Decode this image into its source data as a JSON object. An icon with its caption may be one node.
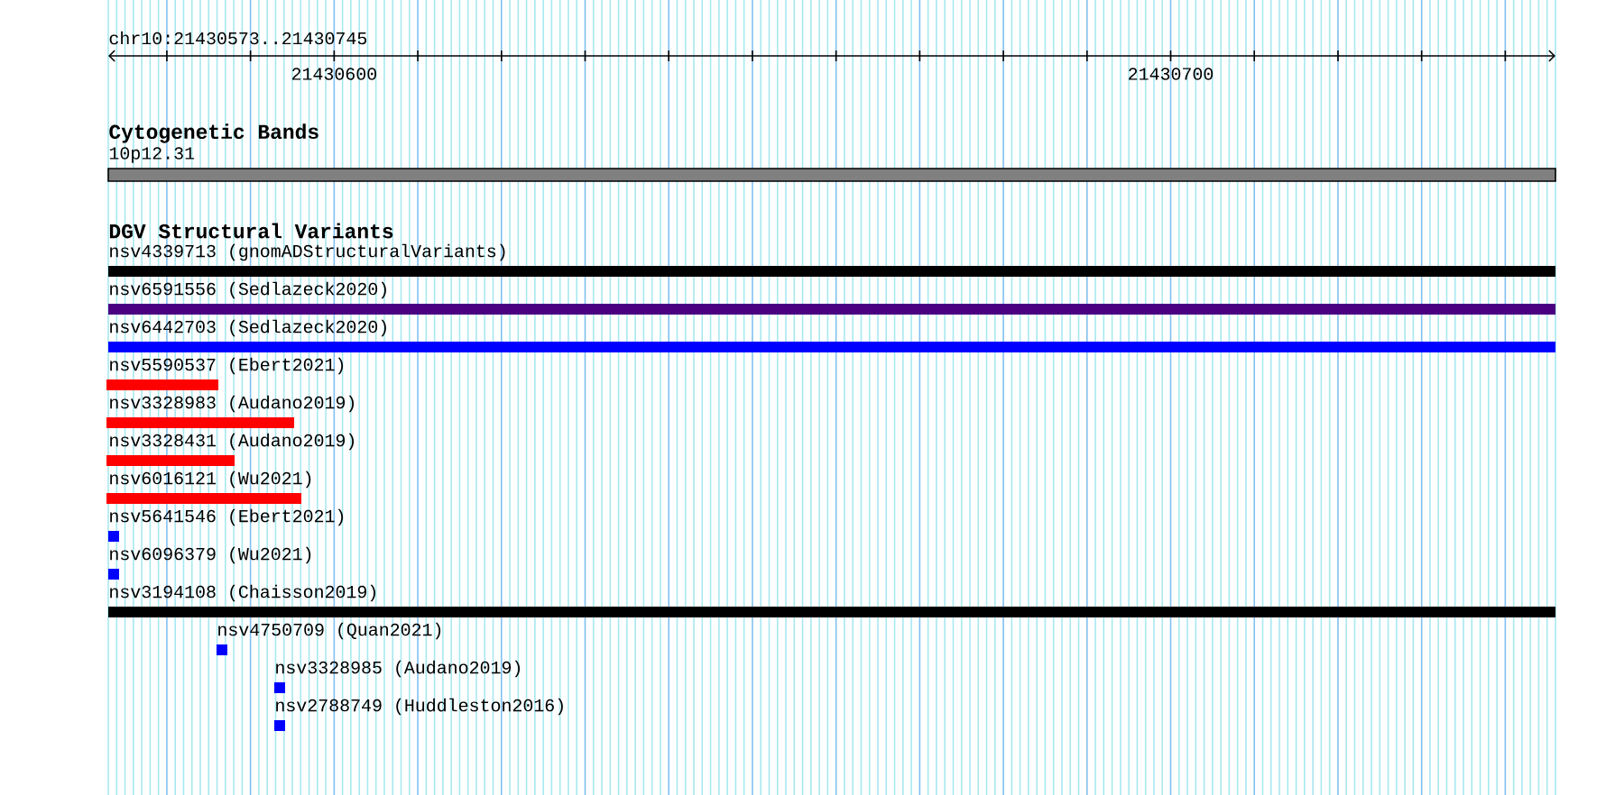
{
  "diagram": {
    "labels": [
      "chr10:21430573..21430745",
      "21430600",
      "21430700",
      "Cytogenetic Bands",
      "10p12.31",
      "DGV Structural Variants",
      "nsv4339713 (gnomADStructuralVariants)",
      "nsv6591556 (Sedlazeck2020)",
      "nsv6442703 (Sedlazeck2020)",
      "nsv5590537 (Ebert2021)",
      "nsv3328983 (Audano2019)",
      "nsv3328431 (Audano2019)",
      "nsv6016121 (Wu2021)",
      "nsv5641546 (Ebert2021)",
      "nsv6096379 (Wu2021)",
      "nsv3194108 (Chaisson2019)",
      "nsv4750709 (Quan2021)",
      "nsv3328985 (Audano2019)",
      "nsv2788749 (Huddleston2016)"
    ]
  }
}
